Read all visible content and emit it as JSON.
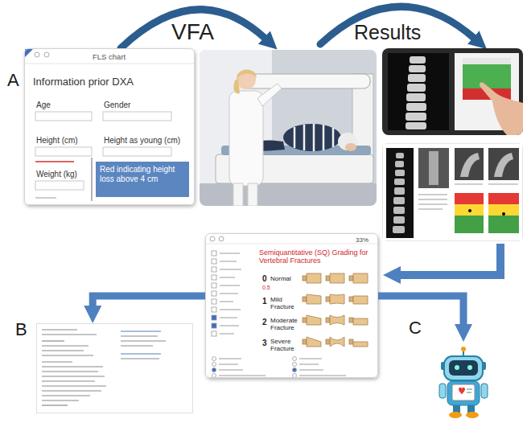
{
  "diagram": {
    "nodes": [
      {
        "text": [
          "A",
          "FLS chart",
          "Information prior DXA",
          "Age",
          "Gender",
          "Height (cm)",
          "Height as young (cm)",
          "Weight (kg)"
        ]
      },
      {
        "text": [
          "Red indicating height loss above 4 cm"
        ],
        "in": 0
      },
      {
        "text": [
          "33%",
          "Semiquantitative (SQ) Grading for Vertebral Fractures",
          "0",
          "Normal",
          "0.5",
          "1",
          "Mild Fracture",
          "2",
          "Moderate Fracture",
          "3",
          "Severe Fracture"
        ]
      },
      {
        "text": [
          "B"
        ]
      },
      {
        "text": [
          "C"
        ]
      }
    ],
    "edges": [
      {
        "from": 2,
        "to": 3,
        "arrow": "to"
      },
      {
        "from": 2,
        "to": 4,
        "arrow": "to"
      }
    ],
    "labels": [
      "VFA",
      "Results"
    ]
  }
}
